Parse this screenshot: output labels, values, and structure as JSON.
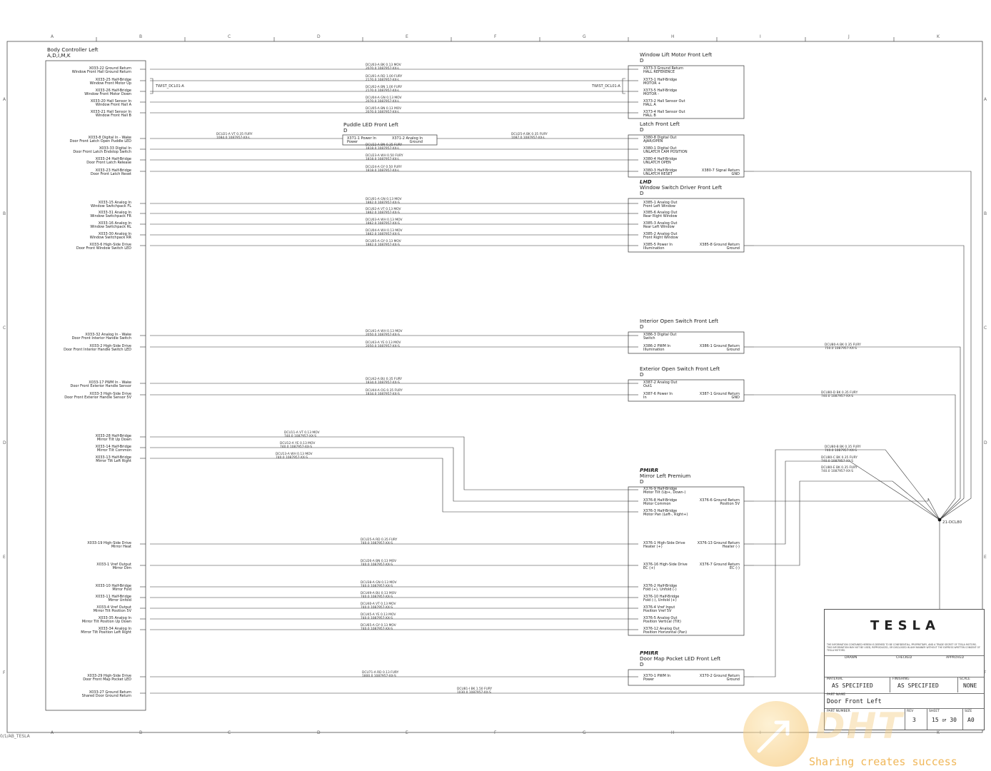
{
  "grid": {
    "columns": [
      "A",
      "B",
      "C",
      "D",
      "E",
      "F",
      "G",
      "H",
      "I",
      "J",
      "K"
    ],
    "rows": [
      "A",
      "B",
      "C",
      "D",
      "E",
      "F"
    ]
  },
  "footer_ref": "0/1/AB_TESLA",
  "bcm": {
    "title": "Body Controller Left",
    "variant": "A,D,I,M,K",
    "pins": [
      {
        "name": "X033-22 Ground Return",
        "desc": "Window Front Hall Ground Return"
      },
      {
        "name": "X033-25 Half-Bridge",
        "desc": "Window Front Motor Up"
      },
      {
        "name": "X033-26 Half-Bridge",
        "desc": "Window Front Motor Down"
      },
      {
        "name": "X033-20 Hall Sensor In",
        "desc": "Window Front Hall A"
      },
      {
        "name": "X033-21 Hall Sensor In",
        "desc": "Window Front Hall B"
      },
      {
        "name": "X033-8 Digital In - Wake",
        "desc": "Door Front Latch Open Puddle LED"
      },
      {
        "name": "X033-33 Digital In",
        "desc": "Door Front Latch Endstop Switch"
      },
      {
        "name": "X033-24 Half-Bridge",
        "desc": "Door Front Latch Release"
      },
      {
        "name": "X033-23 Half-Bridge",
        "desc": "Door Front Latch Reset"
      },
      {
        "name": "X033-15 Analog In",
        "desc": "Window Switchpack FL"
      },
      {
        "name": "X033-31 Analog In",
        "desc": "Window Switchpack FR"
      },
      {
        "name": "X033-16 Analog In",
        "desc": "Window Switchpack RL"
      },
      {
        "name": "X033-30 Analog In",
        "desc": "Window Switchpack RR"
      },
      {
        "name": "X033-6 High-Side Drive",
        "desc": "Door Front Window Switch LED"
      },
      {
        "name": "X033-32 Analog In - Wake",
        "desc": "Door Front Interior Handle Switch"
      },
      {
        "name": "X033-2 High-Side Drive",
        "desc": "Door Front Interior Handle Switch LED"
      },
      {
        "name": "X033-17 PWM In - Wake",
        "desc": "Door Front Exterior Handle Sensor"
      },
      {
        "name": "X033-3 High-Side Drive",
        "desc": "Door Front Exterior Handle Sensor 5V"
      },
      {
        "name": "X033-28 Half-Bridge",
        "desc": "Mirror Tilt Up Down"
      },
      {
        "name": "X033-14 Half-Bridge",
        "desc": "Mirror Tilt Common"
      },
      {
        "name": "X033-13 Half-Bridge",
        "desc": "Mirror Tilt Left Right"
      },
      {
        "name": "X033-19 High-Side Drive",
        "desc": "Mirror Heat"
      },
      {
        "name": "X033-1 Vref Output",
        "desc": "Mirror Dim"
      },
      {
        "name": "X033-10 Half-Bridge",
        "desc": "Mirror Fold"
      },
      {
        "name": "X033-11 Half-Bridge",
        "desc": "Mirror Unfold"
      },
      {
        "name": "X033-4 Vref Output",
        "desc": "Mirror Tilt Position 5V"
      },
      {
        "name": "X033-35 Analog In",
        "desc": "Mirror Tilt Position Up Down"
      },
      {
        "name": "X033-34 Analog In",
        "desc": "Mirror Tilt Position Left Right"
      },
      {
        "name": "X033-29 High-Side Drive",
        "desc": "Door Front Map Pocket LED"
      },
      {
        "name": "X033-27 Ground Return",
        "desc": "Shared Door Ground Return"
      }
    ]
  },
  "connectors": [
    {
      "tag": "",
      "title": "Window Lift Motor Front Left",
      "variant": "D",
      "left_pins": [
        {
          "name": "X373-3 Ground Return",
          "desc": "HALL REFERENCE"
        },
        {
          "name": "X373-1 Half-Bridge",
          "desc": "MOTOR +"
        },
        {
          "name": "X373-5 Half-Bridge",
          "desc": "MOTOR -"
        },
        {
          "name": "X373-2 Hall Sensor Out",
          "desc": "HALL A"
        },
        {
          "name": "X373-4 Hall Sensor Out",
          "desc": "HALL B"
        }
      ],
      "right_pins": []
    },
    {
      "tag": "",
      "title": "Latch Front Left",
      "variant": "D",
      "left_pins": [
        {
          "name": "X380-8 Digital Out",
          "desc": "AJAR/OPEN"
        },
        {
          "name": "X380-1 Digital Out",
          "desc": "UNLATCH CAM POSITION"
        },
        {
          "name": "X380-4 Half-Bridge",
          "desc": "UNLATCH OPEN"
        },
        {
          "name": "X380-3 Half-Bridge",
          "desc": "UNLATCH RESET"
        }
      ],
      "right_pins": [
        {
          "name": "X380-7 Signal Return",
          "desc": "GND"
        }
      ]
    },
    {
      "tag": "LHD",
      "title": "Window Switch Driver Front Left",
      "variant": "D",
      "left_pins": [
        {
          "name": "X385-1 Analog Out",
          "desc": "Front Left Window"
        },
        {
          "name": "X385-6 Analog Out",
          "desc": "Rear Right Window"
        },
        {
          "name": "X385-3 Analog Out",
          "desc": "Rear Left Window"
        },
        {
          "name": "X385-2 Analog Out",
          "desc": "Front Right Window"
        },
        {
          "name": "X385-5 Power In",
          "desc": "Illumination"
        }
      ],
      "right_pins": [
        {
          "name": "X385-8 Ground Return",
          "desc": "Ground"
        }
      ]
    },
    {
      "tag": "",
      "title": "Interior Open Switch Front Left",
      "variant": "D",
      "left_pins": [
        {
          "name": "X386-3 Digital Out",
          "desc": "Switch"
        },
        {
          "name": "X386-2 PWM In",
          "desc": "Illumination"
        }
      ],
      "right_pins": [
        {
          "name": "X386-1 Ground Return",
          "desc": "Ground"
        }
      ]
    },
    {
      "tag": "",
      "title": "Exterior Open Switch Front Left",
      "variant": "D",
      "left_pins": [
        {
          "name": "X387-2 Analog Out",
          "desc": "Out1"
        },
        {
          "name": "X387-6 Power In",
          "desc": "In"
        }
      ],
      "right_pins": [
        {
          "name": "X387-1 Ground Return",
          "desc": "GND"
        }
      ]
    },
    {
      "tag": "PMIRR",
      "title": "Mirror Left Premium",
      "variant": "D",
      "left_pins": [
        {
          "name": "X376-9 Half-Bridge",
          "desc": "Motor Tilt (Up+, Down-)"
        },
        {
          "name": "X376-8 Half-Bridge",
          "desc": "Motor Common"
        },
        {
          "name": "X376-3 Half-Bridge",
          "desc": "Motor Pan (Left-, Right+)"
        },
        {
          "name": "X376-1 High-Side Drive",
          "desc": "Heater (+)"
        },
        {
          "name": "X376-16 High-Side Drive",
          "desc": "EC (+)"
        },
        {
          "name": "X376-2 Half-Bridge",
          "desc": "Fold (+), Unfold (-)"
        },
        {
          "name": "X376-10 Half-Bridge",
          "desc": "Fold (-), Unfold (+)"
        },
        {
          "name": "X376-4 Vref Input",
          "desc": "Position Vref 5V"
        },
        {
          "name": "X376-5 Analog Out",
          "desc": "Position Vertical (Tilt)"
        },
        {
          "name": "X376-12 Analog Out",
          "desc": "Position Horizontal (Pan)"
        }
      ],
      "right_pins": [
        {
          "name": "X376-6 Ground Return",
          "desc": "Position 5V"
        },
        {
          "name": "X376-13 Ground Return",
          "desc": "Heater (-)"
        },
        {
          "name": "X376-7 Ground Return",
          "desc": "EC (-)"
        }
      ]
    },
    {
      "tag": "PMIRR",
      "title": "Door Map Pocket LED Front Left",
      "variant": "D",
      "left_pins": [
        {
          "name": "X370-1 PWM In",
          "desc": "Power"
        }
      ],
      "right_pins": [
        {
          "name": "X370-2 Ground Return",
          "desc": "Ground"
        }
      ]
    }
  ],
  "puddle": {
    "title": "Puddle LED Front Left",
    "variant": "D",
    "left": {
      "name": "X371-1 Power In",
      "desc": "Power"
    },
    "right": {
      "name": "X371-2 Analog In",
      "desc": "Ground"
    }
  },
  "twist_label": "TWIST_DCL01-A",
  "splice": "21-DCL80",
  "wires": [
    {
      "t": "DCU03-A  BK  0.13  MOV",
      "b": "2070.0   1087957-XX-L"
    },
    {
      "t": "DCU01-A  RD  1.00  FURY",
      "b": "2170.0   1087957-XX-L"
    },
    {
      "t": "DCU02-A  BN  1.00  FURY",
      "b": "2170.0   1087957-XX-L"
    },
    {
      "t": "DCU04-A  GN  0.13  MOV",
      "b": "2070.0   1087957-XX-L"
    },
    {
      "t": "DCU05-A  BN  0.13  MOV",
      "b": "2070.0   1087957-XX-L"
    },
    {
      "t": "DCU21-A  VT  0.35  FURY",
      "b": "1084.0   1087957-XX-L"
    },
    {
      "t": "DCU25-A  BK  0.35  FURY",
      "b": "1087.0   1087957-XX-L"
    },
    {
      "t": "DCU22-A  BN  0.35  FURY",
      "b": "1818.0   1087957-XX-L"
    },
    {
      "t": "DCU23-A  WH  0.50  FURY",
      "b": "1818.0   1087957-XX-L"
    },
    {
      "t": "DCU24-A  GY  0.50  FURY",
      "b": "1818.0   1087957-XX-L"
    },
    {
      "t": "DCU01-A  GN  0.13  MOV",
      "b": "1862.0   1087957-XX-S"
    },
    {
      "t": "DCU02-A  VT  0.13  MOV",
      "b": "1862.0   1087957-XX-S"
    },
    {
      "t": "DCU03-A  WH  0.13  MOV",
      "b": "1862.0   1087957-XX-S"
    },
    {
      "t": "DCU04-A  WH  0.13  MOV",
      "b": "1862.0   1087957-XX-S"
    },
    {
      "t": "DCU05-A  GY  0.13  MOV",
      "b": "1862.0   1087957-XX-S"
    },
    {
      "t": "DCU41-A  WH  0.13  MOV",
      "b": "2050.0   1087957-XX-S"
    },
    {
      "t": "DCU43-A  YE  0.13  MOV",
      "b": "2050.0   1087957-XX-S"
    },
    {
      "t": "DCU42-A  BU  0.35  FURY",
      "b": "1834.0   1087957-XX-S"
    },
    {
      "t": "DCU44-A  OG  0.35  FURY",
      "b": "1834.0   1087957-XX-S"
    },
    {
      "t": "DCU11-A  VT  0.13  MOV",
      "b": "740.0   1087957-XX-S"
    },
    {
      "t": "DCU12-A  YE  0.13  MOV",
      "b": "740.0   1087957-XX-S"
    },
    {
      "t": "DCU13-A  WH  0.13  MOV",
      "b": "740.0   1087957-XX-S"
    },
    {
      "t": "DCU25-A  RD  0.35  FURY",
      "b": "740.0   1087957-XX-S"
    },
    {
      "t": "DCU26-A  BN  0.13  MOV",
      "b": "740.0   1087957-XX-S"
    },
    {
      "t": "DCU38-A  GN  0.13  MOV",
      "b": "740.0   1087957-XX-S"
    },
    {
      "t": "DCU49-A  BU  0.13  MOV",
      "b": "740.0   1087957-XX-S"
    },
    {
      "t": "DCU40-A  VT  0.13  MOV",
      "b": "740.0   1087957-XX-S"
    },
    {
      "t": "DCU45-A  YE  0.13  MOV",
      "b": "740.0   1087957-XX-S"
    },
    {
      "t": "DCU65-A  GY  0.13  MOV",
      "b": "740.0   1087957-XX-S"
    },
    {
      "t": "DCU71-A  RD  0.13  FURY",
      "b": "1800.0   1087957-XX-S"
    },
    {
      "t": "DCU81-I  BK  1.50  FURY",
      "b": "1030.0   1087957-XX-S"
    }
  ],
  "ground_wires": [
    {
      "t": "DCU80-A  BK  0.35  FURY",
      "b": "750.0   1087957-XX-S"
    },
    {
      "t": "DCU80-D  BK  0.35  FURY",
      "b": "740.0   1087957-XX-S"
    },
    {
      "t": "DCU80-B  BK  0.35  FURY",
      "b": "740.0   1087957-XX-S"
    },
    {
      "t": "DCU80-C  BK  0.35  FURY",
      "b": "740.0   1087957-XX-S"
    },
    {
      "t": "DCU80-E  BK  0.35  FURY",
      "b": "740.0   1087957-XX-S"
    }
  ],
  "title_block": {
    "logo": "TESLA",
    "disclaimer": "THE INFORMATION CONTAINED HEREIN IS DEEMED TO BE CONFIDENTIAL, PROPRIETARY, AND A TRADE SECRET OF TESLA MOTORS. THIS INFORMATION MAY NOT BE USED, REPRODUCED, OR DISCLOSED IN ANY MANNER WITHOUT THE EXPRESS WRITTEN CONSENT OF TESLA MOTORS.",
    "drawn_label": "DRAWN",
    "checked_label": "CHECKED",
    "approved_label": "APPROVED",
    "material_label": "MATERIAL",
    "material_value": "AS SPECIFIED",
    "finishing_label": "FINISHING",
    "finishing_value": "AS SPECIFIED",
    "scale_label": "SCALE",
    "scale_value": "NONE",
    "part_name_label": "PART NAME",
    "part_name_value": "Door Front Left",
    "part_number_label": "PART NUMBER",
    "rev_label": "REV",
    "rev_value": "3",
    "sheet_label": "SHEET",
    "sheet_value": "15",
    "sheet_of": "OF",
    "sheet_total": "30",
    "size_label": "SIZE",
    "size_value": "A0"
  },
  "watermark": {
    "logo": "DHT",
    "slogan": "Sharing creates success",
    "color": "#f2b84b"
  }
}
